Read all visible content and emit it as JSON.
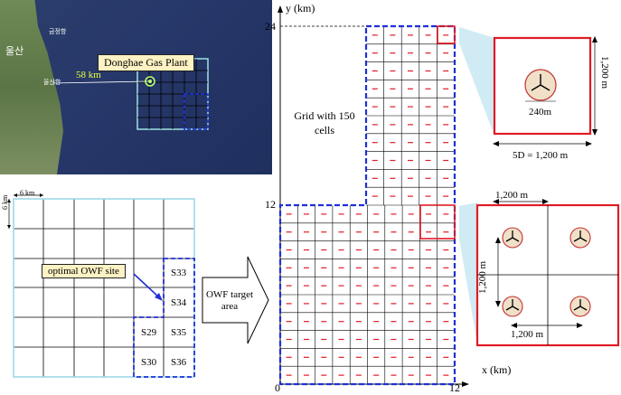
{
  "map": {
    "plant_label": "Donghae Gas Plant",
    "distance_label": "58 km",
    "city_label": "울산",
    "place_labels": [
      "금정항",
      "울산항"
    ]
  },
  "site_grid": {
    "scale_label": "6 km",
    "scale_label_v": "6 km",
    "callout": "optimal OWF site",
    "cells": [
      "S33",
      "S34",
      "S29",
      "S35",
      "S30",
      "S36"
    ]
  },
  "arrow_label": "OWF target area",
  "layout": {
    "y_axis_label": "y (km)",
    "x_axis_label": "x (km)",
    "tick_y_top": "24",
    "tick_y_mid": "12",
    "tick_x_mid": "12",
    "tick_origin": "0",
    "grid_note": "Grid with 150 cells"
  },
  "inset_single": {
    "height_label": "1,200 m",
    "rotor_label": "240m",
    "width_label": "5D = 1,200 m"
  },
  "inset_quad": {
    "top_label": "1,200 m",
    "side_label": "1,200 m",
    "bottom_label": "1,200 m"
  },
  "colors": {
    "dashed": "#1f2fd6",
    "highlight": "#e01b24",
    "map_grid": "#9fe3e3",
    "turbine": "#f0e0c8"
  }
}
